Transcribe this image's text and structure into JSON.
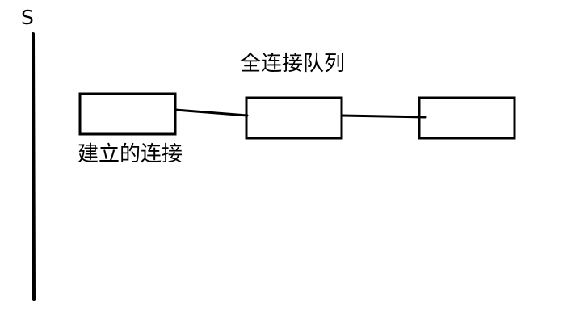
{
  "labels": {
    "server": "S",
    "full_connection_queue": "全连接队列",
    "established_connection": "建立的连接"
  },
  "colors": {
    "stroke": "#000000",
    "background": "#ffffff"
  },
  "nodes": [
    {
      "id": "node-1"
    },
    {
      "id": "node-2"
    },
    {
      "id": "node-3"
    }
  ]
}
